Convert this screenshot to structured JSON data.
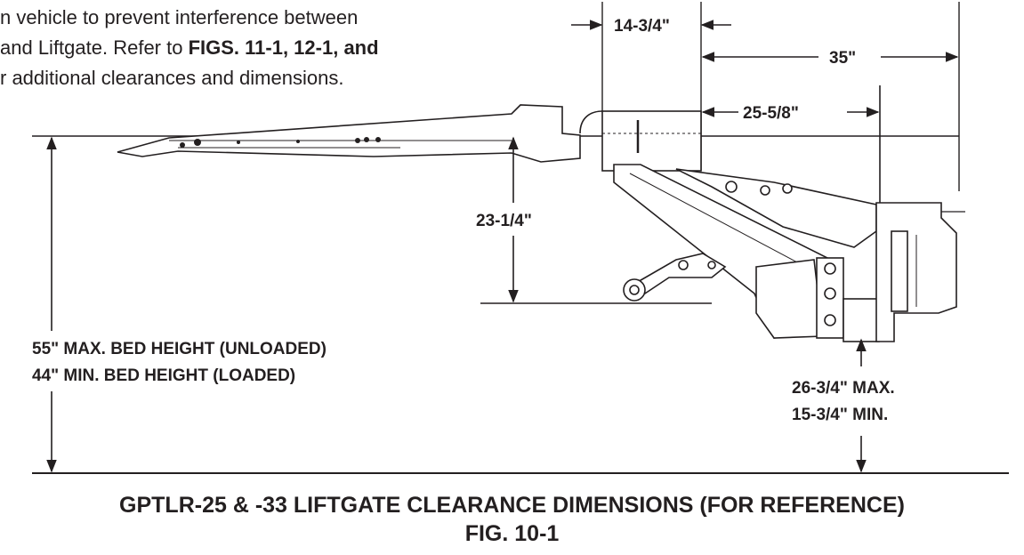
{
  "intro": {
    "line1": "n vehicle to prevent interference between",
    "line2_prefix": " and Liftgate. Refer to ",
    "line2_bold": "FIGS. 11-1, 12-1, and",
    "line3": "r additional clearances and dimensions."
  },
  "dimensions": {
    "top_width": "14-3/4\"",
    "overall_depth": "35\"",
    "bed_to_lift": "25-5/8\"",
    "frame_drop": "23-1/4\"",
    "bed_height_max": "55\" MAX. BED HEIGHT (UNLOADED)",
    "bed_height_min": "44\" MIN. BED HEIGHT  (LOADED)",
    "ground_max": "26-3/4\" MAX.",
    "ground_min": "15-3/4\" MIN."
  },
  "caption": {
    "title": "GPTLR-25 & -33 LIFTGATE CLEARANCE DIMENSIONS (FOR REFERENCE)",
    "figure": "FIG. 10-1"
  }
}
